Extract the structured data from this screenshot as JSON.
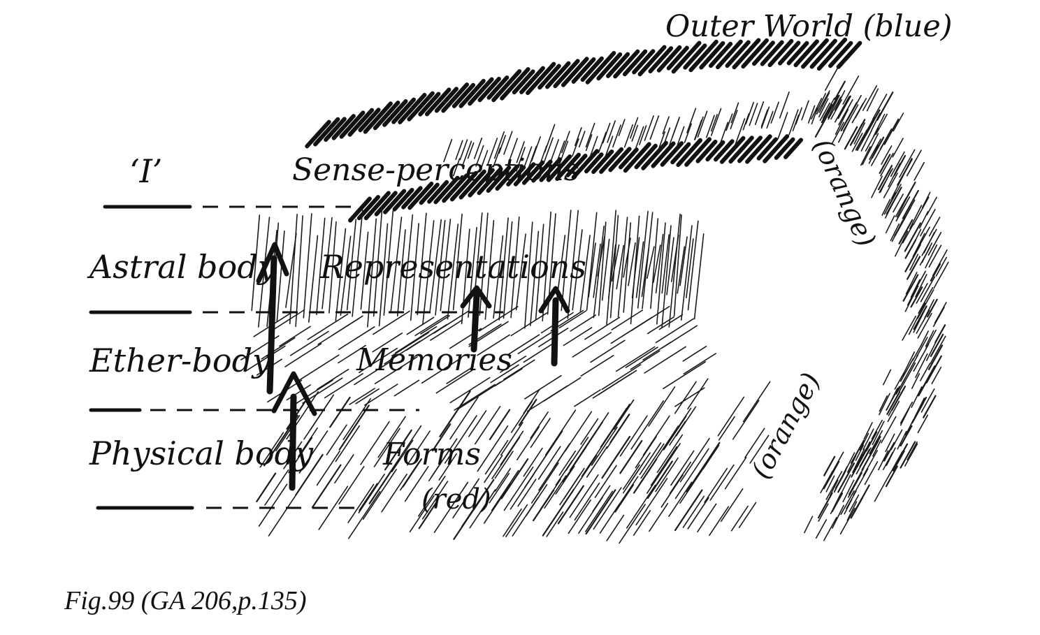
{
  "labels": {
    "outer_world": "Outer World (blue)",
    "i": "‘I’",
    "sense_perceptions": "Sense-perceptions",
    "orange_top": "(orange)",
    "astral_body": "Astral body",
    "representations": "Representations",
    "ether_body": "Ether-body",
    "memories": "Memories",
    "orange_bottom": "(orange)",
    "physical_body": "Physical body",
    "forms": "Forms",
    "red": "(red)"
  },
  "caption": "Fig.99 (GA 206,p.135)",
  "colors": {
    "ink": "#111111",
    "background": "#ffffff"
  }
}
